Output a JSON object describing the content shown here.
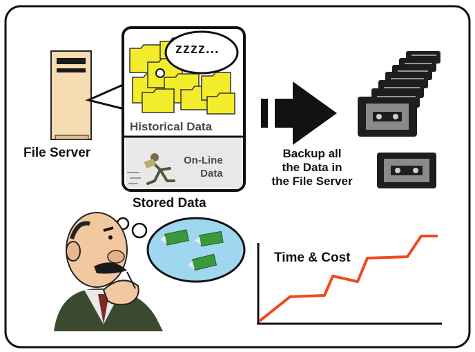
{
  "labels": {
    "file_server": "File Server",
    "historical_data": "Historical Data",
    "online_data_line1": "On-Line",
    "online_data_line2": "Data",
    "stored_data": "Stored Data",
    "backup_line1": "Backup all",
    "backup_line2": "the Data in",
    "backup_line3": "the File Server",
    "sleep_bubble": "zzzz...",
    "time_cost": "Time & Cost"
  },
  "colors": {
    "folder_yellow": "#f2ec2c",
    "server_body": "#f6dcb2",
    "tape_dark": "#1e1e1e",
    "cost_line": "#f04a1a",
    "thought_bubble": "#9fd6f0",
    "money_green": "#3a9a3a"
  },
  "icons": [
    "file-server-icon",
    "folder-stack-icon",
    "running-person-icon",
    "arrow-right-icon",
    "tape-cassette-icon",
    "thinking-man-icon",
    "money-bill-icon"
  ],
  "cost_trend": {
    "description_steps": [
      0.05,
      0.28,
      0.3,
      0.5,
      0.45,
      0.62,
      0.64,
      0.88
    ]
  }
}
